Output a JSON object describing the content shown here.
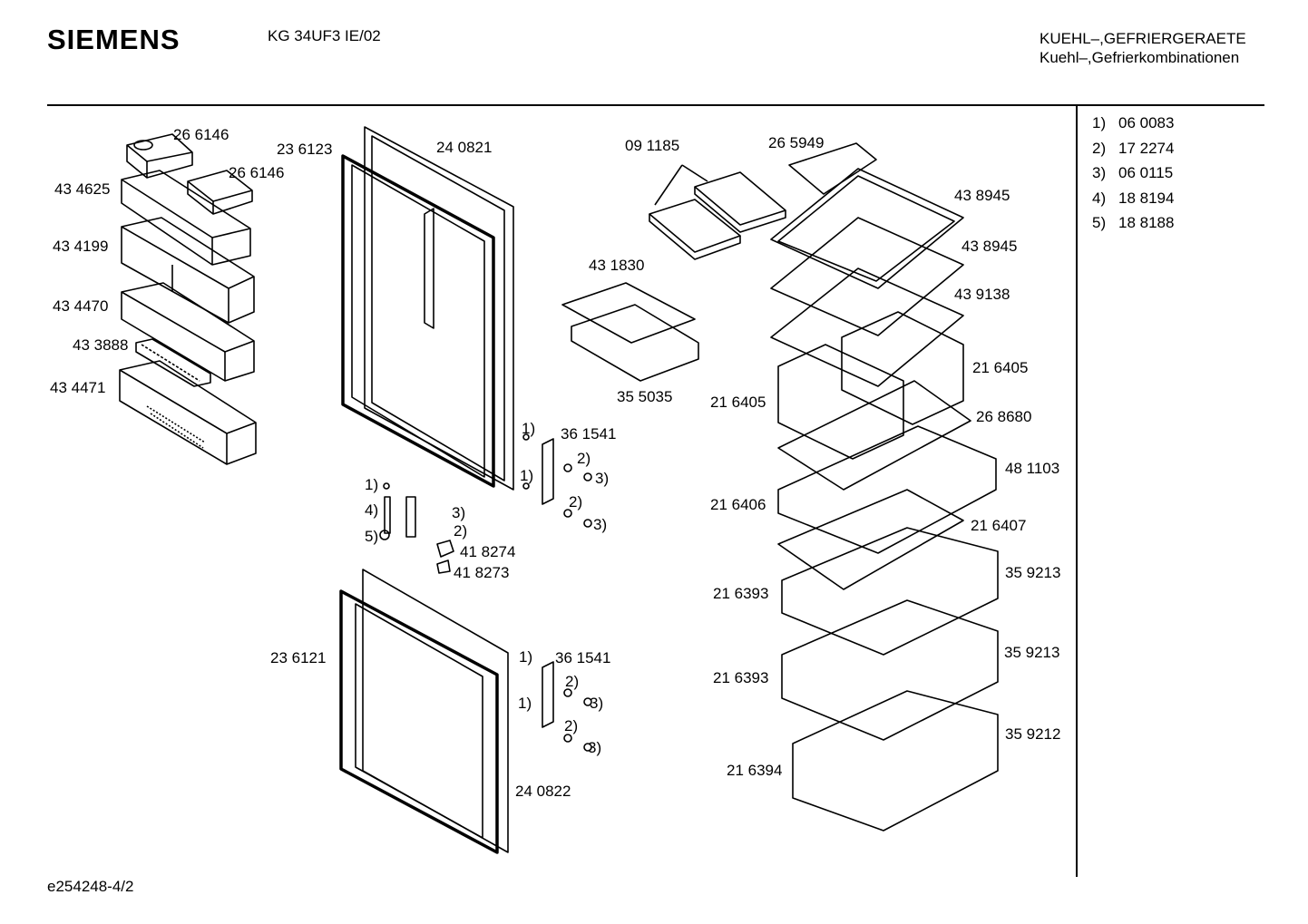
{
  "header": {
    "brand": "SIEMENS",
    "model": "KG 34UF3 IE/02",
    "category_line1": "KUEHL–,GEFRIERGERAETE",
    "category_line2": "Kuehl–,Gefrierkombinationen"
  },
  "legend": [
    {
      "num": "1)",
      "part": "06 0083"
    },
    {
      "num": "2)",
      "part": "17 2274"
    },
    {
      "num": "3)",
      "part": "06 0115"
    },
    {
      "num": "4)",
      "part": "18 8194"
    },
    {
      "num": "5)",
      "part": "18 8188"
    }
  ],
  "footer": {
    "code": "e254248-4/2"
  },
  "labels": {
    "p266146a": "26 6146",
    "p266146b": "26 6146",
    "p434625": "43 4625",
    "p434199": "43 4199",
    "p434470": "43 4470",
    "p433888": "43 3888",
    "p434471": "43 4471",
    "p236123": "23 6123",
    "p240821": "24 0821",
    "p091185": "09 1185",
    "p265949": "26 5949",
    "p438945a": "43 8945",
    "p438945b": "43 8945",
    "p439138": "43 9138",
    "p431830": "43 1830",
    "p355035": "35 5035",
    "p216405a": "21 6405",
    "p216405b": "21 6405",
    "p268680": "26 8680",
    "p481103": "48 1103",
    "p216406": "21 6406",
    "p216407": "21 6407",
    "p359213a": "35 9213",
    "p216393a": "21 6393",
    "p359213b": "35 9213",
    "p216393b": "21 6393",
    "p359212": "35 9212",
    "p216394": "21 6394",
    "p361541a": "36 1541",
    "p361541b": "36 1541",
    "p418274": "41 8274",
    "p418273": "41 8273",
    "p236121": "23 6121",
    "p240822": "24 0822",
    "c1a": "1)",
    "c1b": "1)",
    "c2a": "2)",
    "c3a": "3)",
    "c2b": "2)",
    "c3b": "3)",
    "s1": "1)",
    "s4": "4)",
    "s5": "5)",
    "s3": "3)",
    "s2": "2)",
    "d1a": "1)",
    "d2a": "2)",
    "d3a": "3)",
    "d1b": "1)",
    "d2b": "2)",
    "d3b": "3)"
  }
}
